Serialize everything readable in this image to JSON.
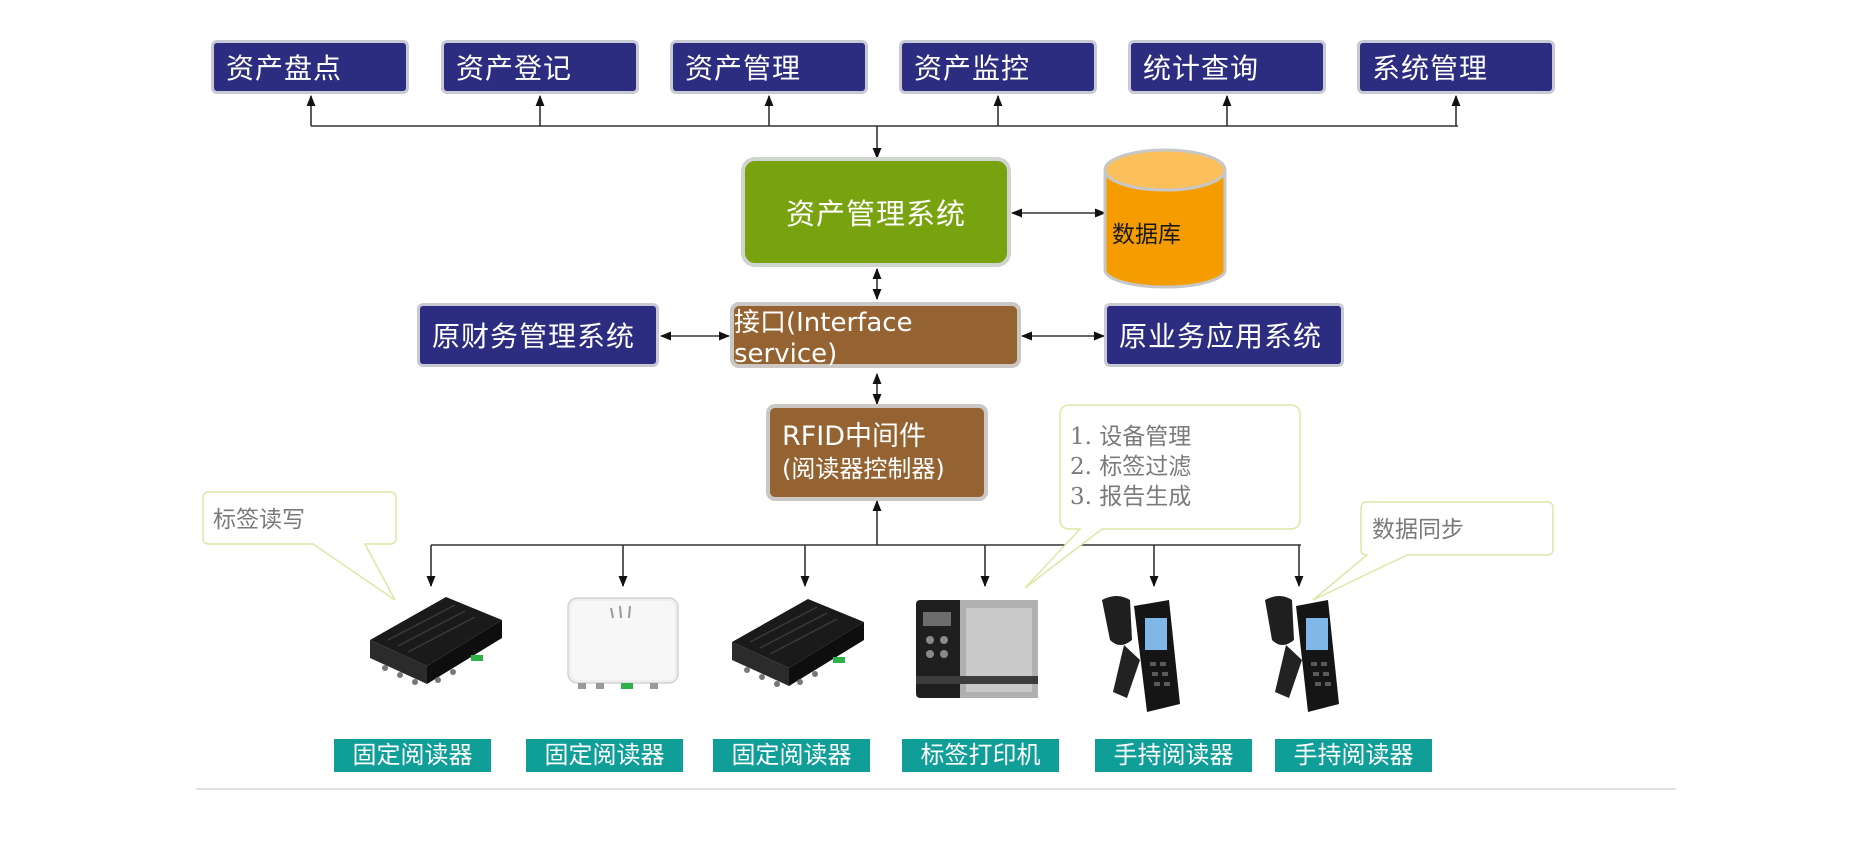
{
  "modules": [
    "资产盘点",
    "资产登记",
    "资产管理",
    "资产监控",
    "统计查询",
    "系统管理"
  ],
  "core_system": "资产管理系统",
  "database": "数据库",
  "interface": "接口(Interface service)",
  "finance_system": "原财务管理系统",
  "business_system": "原业务应用系统",
  "middleware": {
    "line1": "RFID中间件",
    "line2": "(阅读器控制器)"
  },
  "callouts": {
    "tag_rw": "标签读写",
    "middleware_functions": [
      "1. 设备管理",
      "2. 标签过滤",
      "3. 报告生成"
    ],
    "data_sync": "数据同步"
  },
  "devices": [
    "固定阅读器",
    "固定阅读器",
    "固定阅读器",
    "标签打印机",
    "手持阅读器",
    "手持阅读器"
  ],
  "colors": {
    "module_fill": "#2c2c80",
    "core_fill": "#78a30f",
    "interface_fill": "#956332",
    "database_fill": "#f59c00",
    "device_label_fill": "#0f9e98",
    "callout_border": "#dbe8a6"
  }
}
